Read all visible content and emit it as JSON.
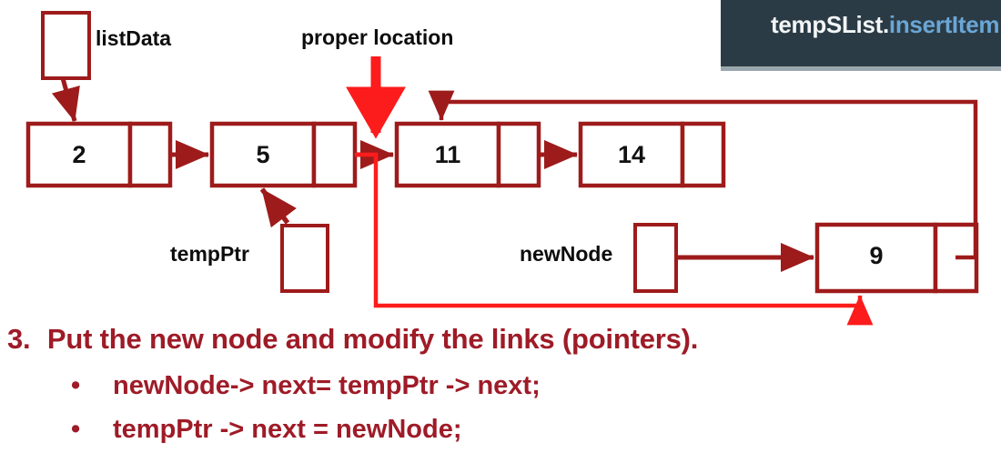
{
  "banner": {
    "prefix": "tempSList.",
    "method": "insertItem",
    "bg_color": "#2b3b45",
    "prefix_color": "#f2f5f7",
    "method_color": "#6aa6d6"
  },
  "colors": {
    "node_stroke": "#9e1b1b",
    "highlight": "#fc1c1c",
    "text_red": "#9e1b27",
    "label_black": "#0d0d0d"
  },
  "diagram": {
    "pointer_boxes": [
      {
        "name": "listData",
        "label": "listData"
      },
      {
        "name": "tempPtr",
        "label": "tempPtr"
      },
      {
        "name": "newNode",
        "label": "newNode"
      }
    ],
    "annotations": [
      {
        "name": "proper-location",
        "label": "proper location"
      }
    ],
    "list_nodes": [
      {
        "name": "node-2",
        "value": "2"
      },
      {
        "name": "node-5",
        "value": "5"
      },
      {
        "name": "node-11",
        "value": "11"
      },
      {
        "name": "node-14",
        "value": "14"
      }
    ],
    "new_node": {
      "name": "node-9",
      "value": "9"
    }
  },
  "instructions": {
    "step_number": "3.",
    "step_text": "Put the new node and modify the links (pointers).",
    "bullet_marker": "•",
    "bullets": [
      "newNode-> next= tempPtr -> next;",
      "tempPtr -> next = newNode;"
    ]
  }
}
